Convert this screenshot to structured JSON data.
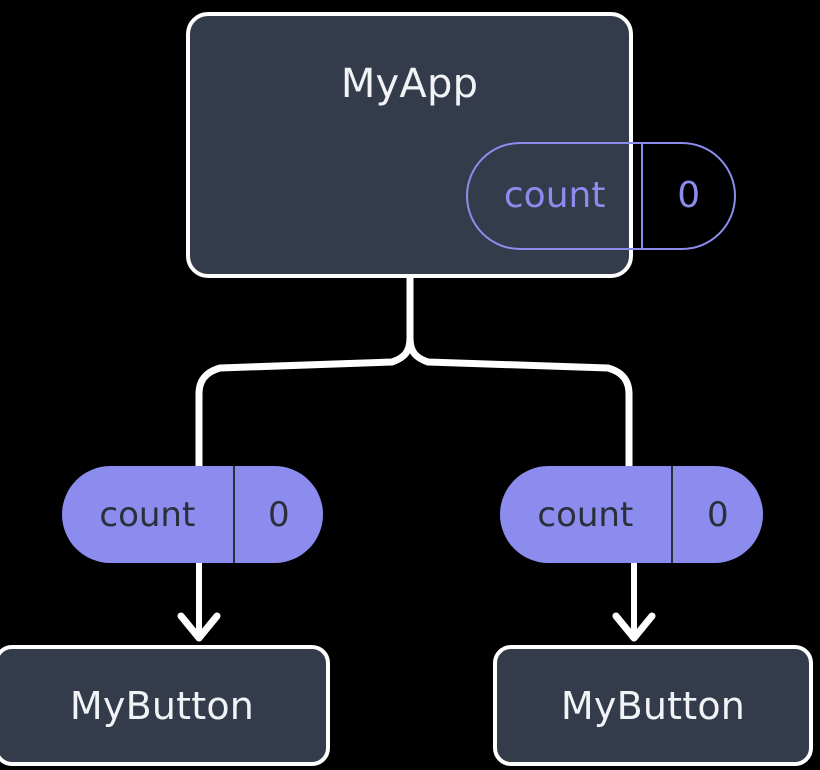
{
  "diagram": {
    "type": "widget-state-propagation-tree",
    "background_color": "#000000",
    "colors": {
      "card_fill": "#343b4a",
      "card_border": "#ffffff",
      "state_accent": "#8b8ced",
      "connector": "#ffffff",
      "filled_pill_text": "#2b2f3a"
    },
    "root": {
      "title": "MyApp",
      "state": {
        "key": "count",
        "value": "0"
      }
    },
    "children": [
      {
        "state": {
          "key": "count",
          "value": "0"
        },
        "title": "MyButton"
      },
      {
        "state": {
          "key": "count",
          "value": "0"
        },
        "title": "MyButton"
      }
    ]
  }
}
